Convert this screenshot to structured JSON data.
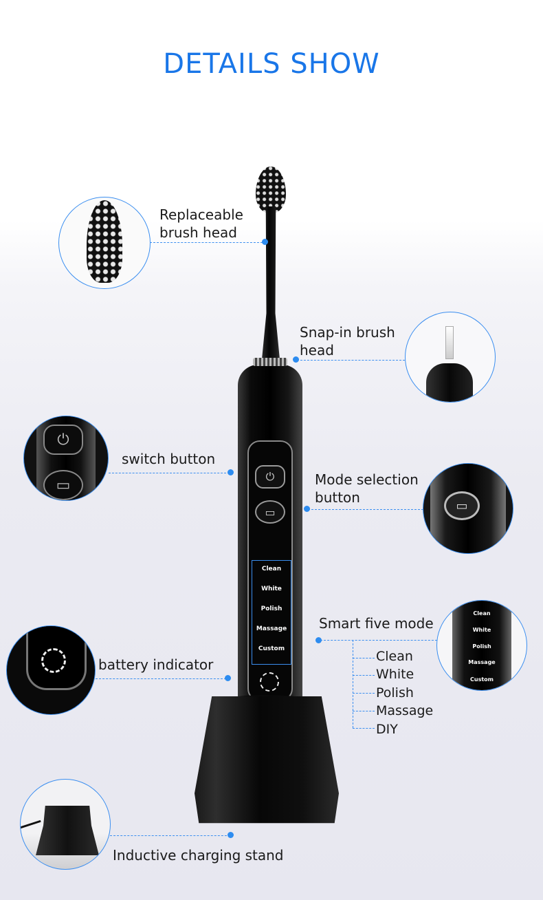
{
  "header": {
    "title": "DETAILS SHOW"
  },
  "colors": {
    "accent": "#1976e8",
    "leader": "#3a8ef0",
    "dot": "#2d8cf0"
  },
  "callouts": {
    "brush_head": {
      "line1": "Replaceable",
      "line2": "brush head"
    },
    "snap_in": {
      "line1": "Snap-in brush",
      "line2": "head"
    },
    "switch": {
      "label": "switch button"
    },
    "mode_selection": {
      "line1": "Mode selection",
      "line2": "button"
    },
    "smart_five": {
      "label": "Smart five mode",
      "modes": [
        "Clean",
        "White",
        "Polish",
        "Massage",
        "DIY"
      ]
    },
    "battery": {
      "label": "battery indicator"
    },
    "stand": {
      "label": "Inductive charging stand"
    }
  },
  "device_panel": {
    "modes": [
      "Clean",
      "White",
      "Polish",
      "Massage",
      "Custom"
    ],
    "power_icon": "power-icon",
    "mode_icon": "rounded-square-icon"
  }
}
